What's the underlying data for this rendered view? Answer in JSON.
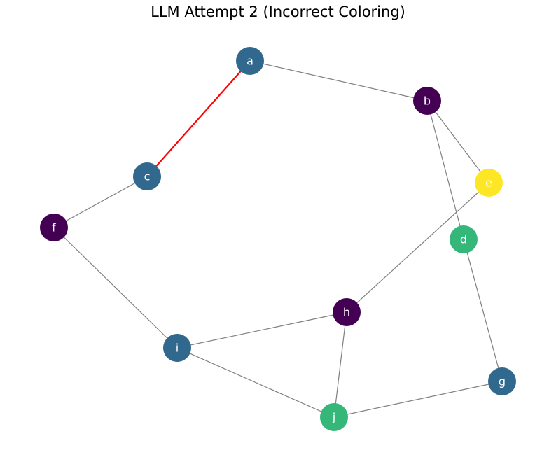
{
  "title": "LLM Attempt 2 (Incorrect Coloring)",
  "colors": {
    "background": "#ffffff",
    "edge": "#808080",
    "conflict_edge": "#ff0000",
    "label": "#ffffff",
    "palette": {
      "purple": "#440154",
      "blue": "#31688e",
      "green": "#35b779",
      "yellow": "#fde725"
    }
  },
  "nodes": [
    {
      "id": "a",
      "label": "a",
      "color": "blue"
    },
    {
      "id": "b",
      "label": "b",
      "color": "purple"
    },
    {
      "id": "c",
      "label": "c",
      "color": "blue"
    },
    {
      "id": "d",
      "label": "d",
      "color": "green"
    },
    {
      "id": "e",
      "label": "e",
      "color": "yellow"
    },
    {
      "id": "f",
      "label": "f",
      "color": "purple"
    },
    {
      "id": "g",
      "label": "g",
      "color": "blue"
    },
    {
      "id": "h",
      "label": "h",
      "color": "purple"
    },
    {
      "id": "i",
      "label": "i",
      "color": "blue"
    },
    {
      "id": "j",
      "label": "j",
      "color": "green"
    }
  ],
  "edges": [
    {
      "source": "a",
      "target": "b",
      "conflict": false
    },
    {
      "source": "a",
      "target": "c",
      "conflict": true
    },
    {
      "source": "b",
      "target": "e",
      "conflict": false
    },
    {
      "source": "b",
      "target": "d",
      "conflict": false
    },
    {
      "source": "c",
      "target": "f",
      "conflict": false
    },
    {
      "source": "e",
      "target": "h",
      "conflict": false
    },
    {
      "source": "d",
      "target": "g",
      "conflict": false
    },
    {
      "source": "f",
      "target": "i",
      "conflict": false
    },
    {
      "source": "i",
      "target": "h",
      "conflict": false
    },
    {
      "source": "i",
      "target": "j",
      "conflict": false
    },
    {
      "source": "h",
      "target": "j",
      "conflict": false
    },
    {
      "source": "j",
      "target": "g",
      "conflict": false
    }
  ]
}
